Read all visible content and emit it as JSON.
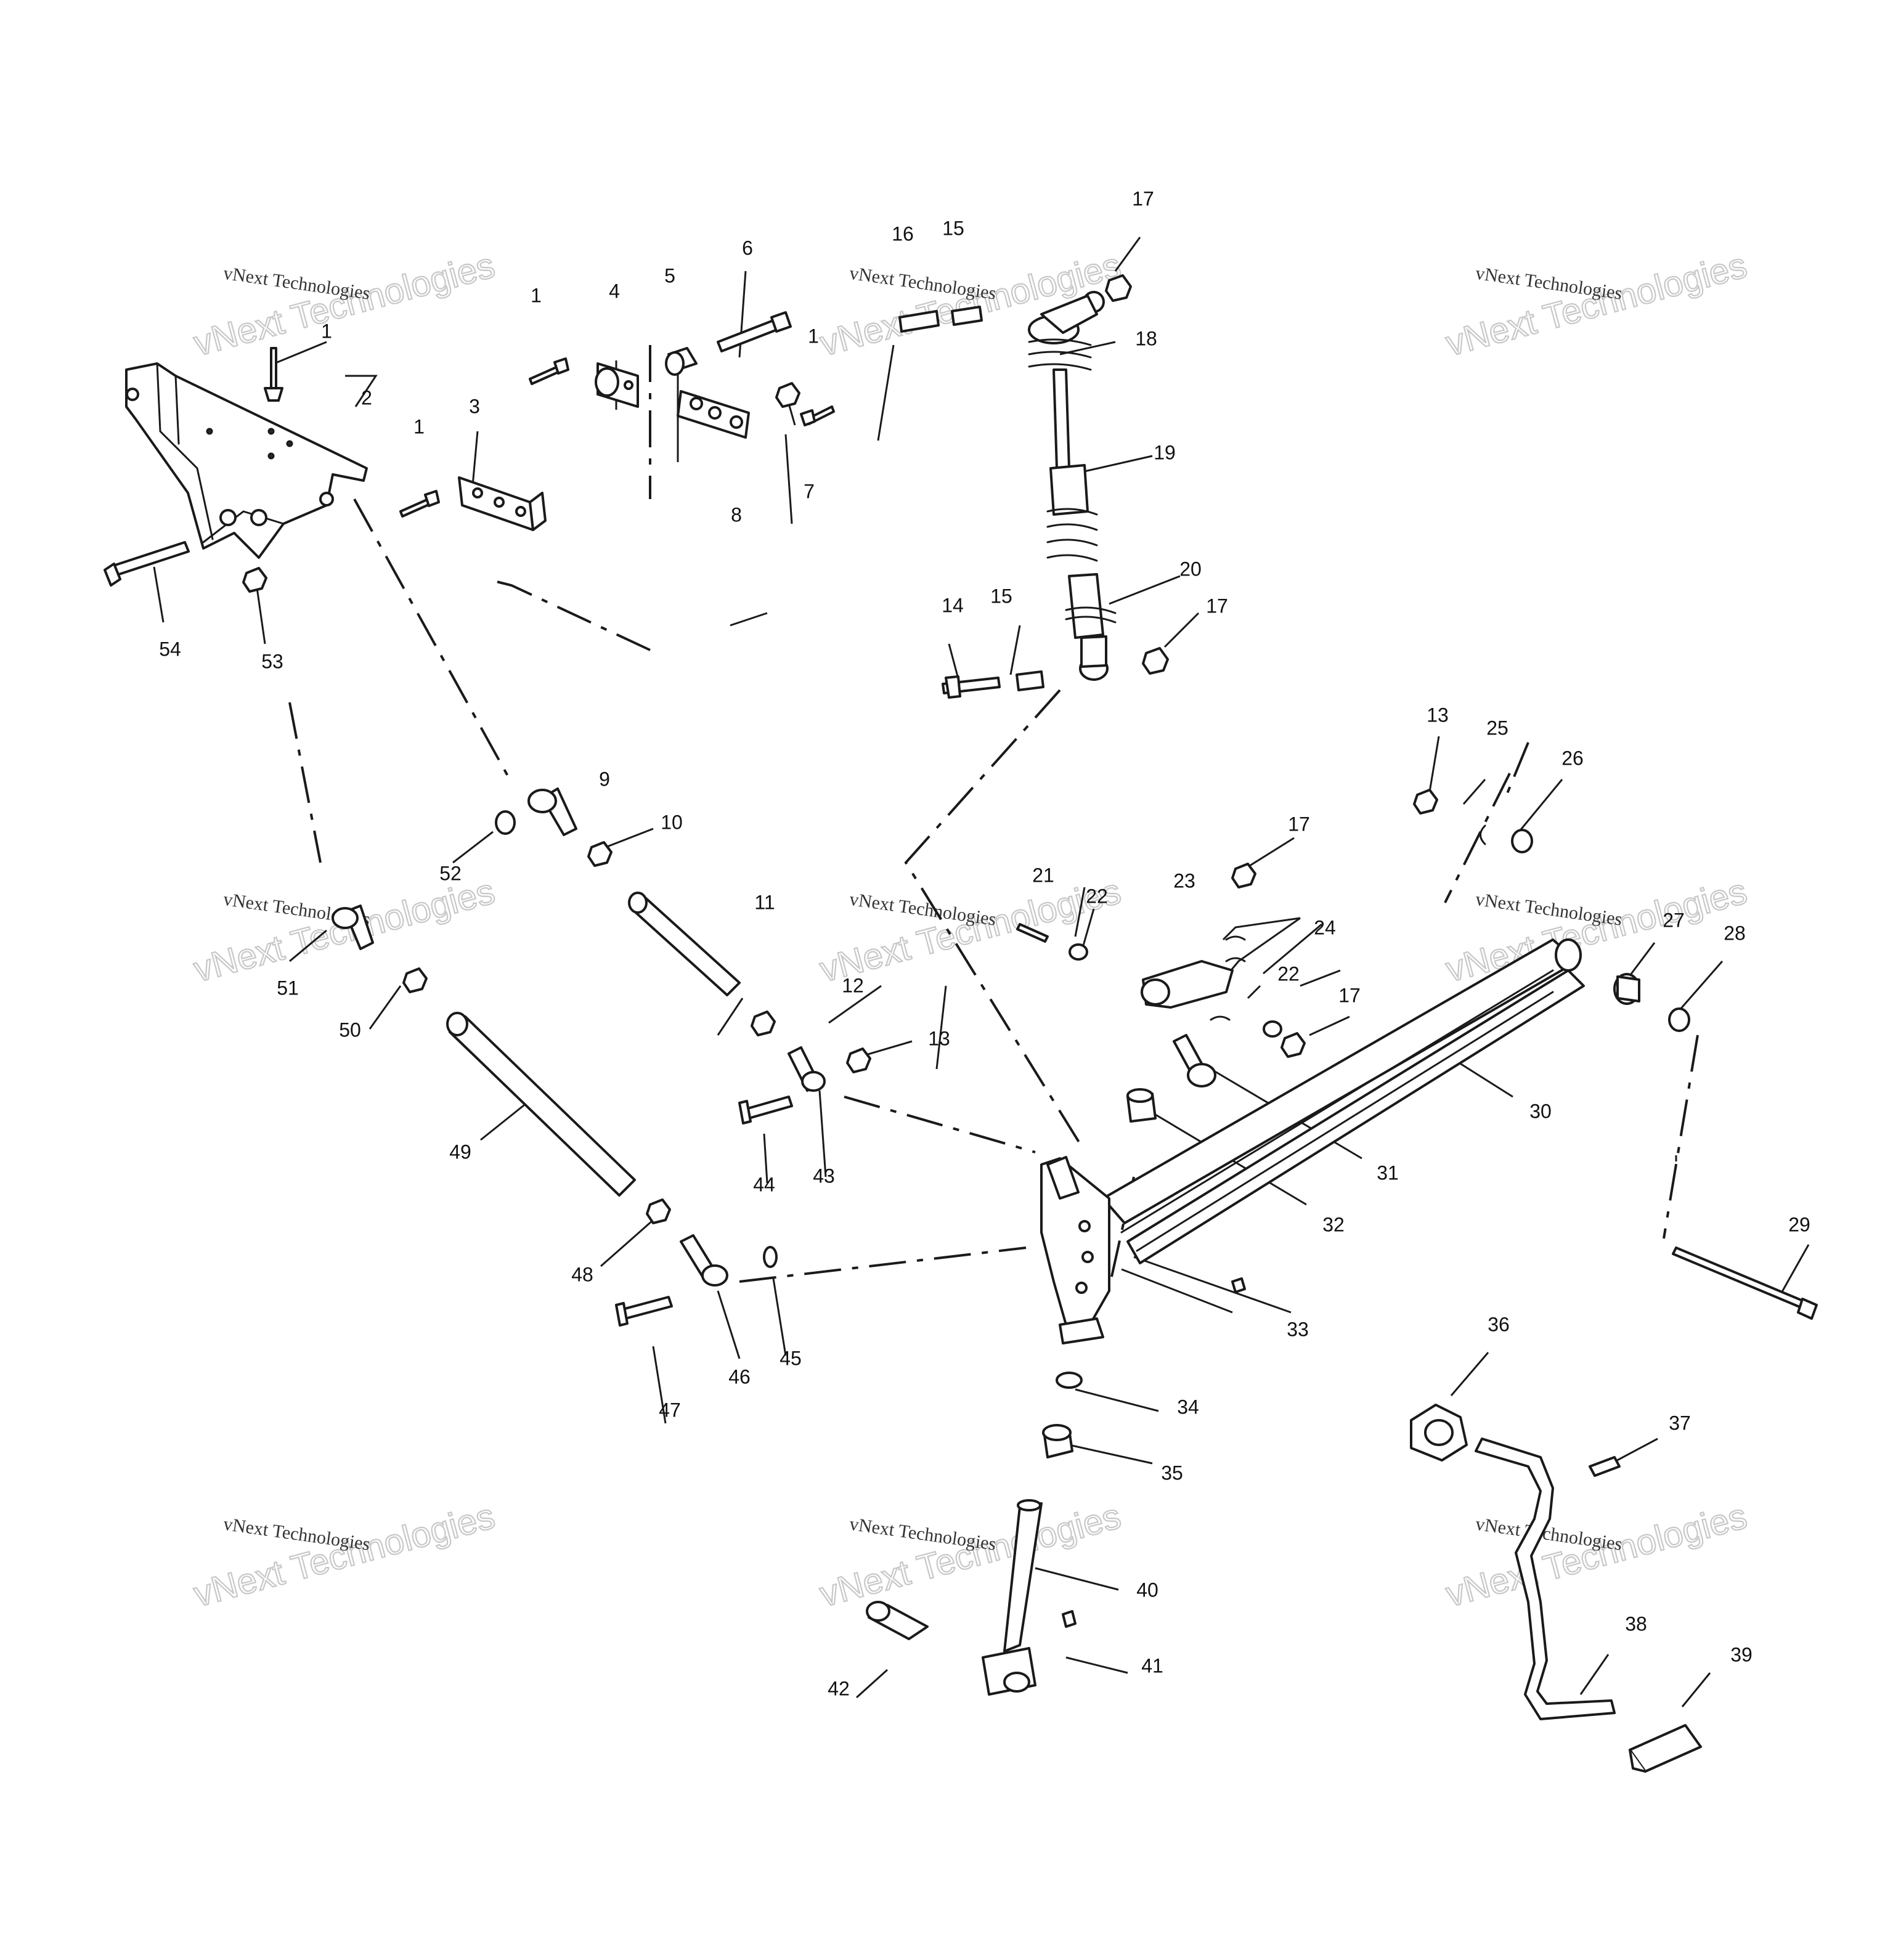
{
  "callouts": [
    "1",
    "1",
    "1",
    "1",
    "2",
    "3",
    "4",
    "5",
    "6",
    "7",
    "8",
    "9",
    "10",
    "11",
    "12",
    "13",
    "13",
    "14",
    "15",
    "15",
    "16",
    "17",
    "17",
    "17",
    "17",
    "18",
    "19",
    "20",
    "21",
    "22",
    "22",
    "23",
    "24",
    "25",
    "26",
    "27",
    "28",
    "29",
    "30",
    "31",
    "32",
    "33",
    "34",
    "35",
    "36",
    "37",
    "38",
    "39",
    "40",
    "41",
    "42",
    "43",
    "44",
    "45",
    "46",
    "47",
    "48",
    "49",
    "50",
    "51",
    "52",
    "53",
    "54"
  ],
  "watermark": {
    "line1": "vNext Technologies",
    "line2": "vNext Technologies"
  },
  "colors": {
    "ink": "#1a1a1a",
    "watermark": "#c8c8c8",
    "background": "#ffffff"
  }
}
